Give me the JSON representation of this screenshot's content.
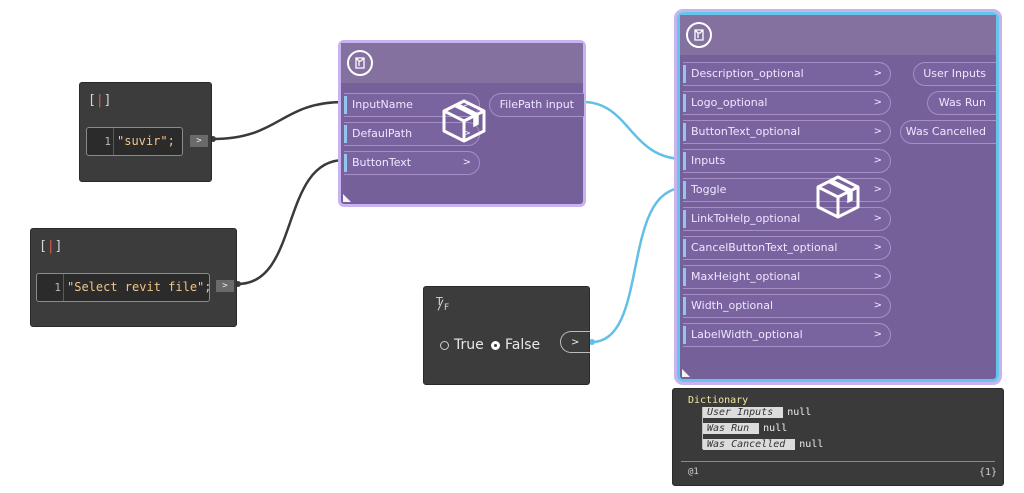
{
  "code_block_1": {
    "header": "[]",
    "line_number": "1",
    "code": "\"suvir\";",
    "out_label": ">"
  },
  "code_block_2": {
    "header": "[]",
    "line_number": "1",
    "code": "\"Select revit file\";",
    "out_label": ">"
  },
  "node_file_dialog": {
    "inputs": [
      {
        "label": "InputName",
        "chevron": ">"
      },
      {
        "label": "DefaulPath",
        "chevron": ">"
      },
      {
        "label": "ButtonText",
        "chevron": ">"
      }
    ],
    "outputs": [
      {
        "label": "FilePath input"
      }
    ],
    "icon": "package-box-icon"
  },
  "node_ui": {
    "inputs": [
      {
        "label": "Description_optional",
        "chevron": ">"
      },
      {
        "label": "Logo_optional",
        "chevron": ">"
      },
      {
        "label": "ButtonText_optional",
        "chevron": ">"
      },
      {
        "label": "Inputs",
        "chevron": ">"
      },
      {
        "label": "Toggle",
        "chevron": ">"
      },
      {
        "label": "LinkToHelp_optional",
        "chevron": ">"
      },
      {
        "label": "CancelButtonText_optional",
        "chevron": ">"
      },
      {
        "label": "MaxHeight_optional",
        "chevron": ">"
      },
      {
        "label": "Width_optional",
        "chevron": ">"
      },
      {
        "label": "LabelWidth_optional",
        "chevron": ">"
      }
    ],
    "outputs": [
      {
        "label": "User Inputs"
      },
      {
        "label": "Was Run"
      },
      {
        "label": "Was Cancelled"
      }
    ],
    "icon": "package-box-icon"
  },
  "boolean_node": {
    "header_top": "T",
    "header_bottom": "F",
    "true_label": "True",
    "false_label": "False",
    "selected": "False",
    "out_label": ">"
  },
  "preview": {
    "type_label": "Dictionary",
    "entries": [
      {
        "key": "User Inputs",
        "value": "null"
      },
      {
        "key": "Was Run",
        "value": "null"
      },
      {
        "key": "Was Cancelled",
        "value": "null"
      }
    ],
    "level": "@1",
    "count": "{1}"
  },
  "colors": {
    "wire_grey": "#3a3a3a",
    "wire_blue": "#62bfe6",
    "node_purple": "#76609a",
    "selection_lilac": "#c8b2ef"
  }
}
